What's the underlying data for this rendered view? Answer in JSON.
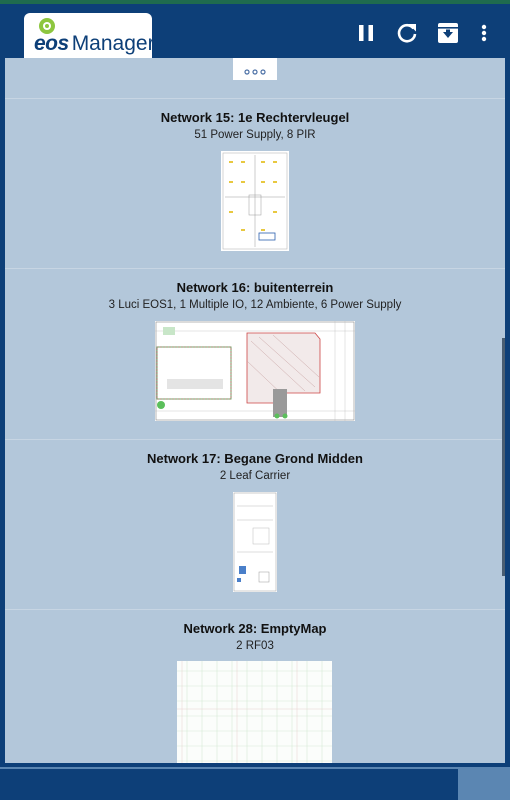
{
  "app": {
    "logo_brand": "eos",
    "logo_product": "Manager"
  },
  "toolbar": {
    "pause_icon": "pause-icon",
    "refresh_icon": "refresh-icon",
    "archive_icon": "archive-download-icon",
    "more_icon": "more-vert-icon"
  },
  "networks": [
    {
      "title": "Network 15: 1e Rechtervleugel",
      "devices": "51 Power Supply, 8 PIR"
    },
    {
      "title": "Network 16: buitenterrein",
      "devices": "3 Luci EOS1, 1 Multiple IO, 12 Ambiente, 6 Power Supply"
    },
    {
      "title": "Network 17: Begane Grond Midden",
      "devices": "2 Leaf Carrier"
    },
    {
      "title": "Network 28: EmptyMap",
      "devices": "2 RF03"
    }
  ],
  "colors": {
    "appbar": "#0d3f78",
    "content_bg": "#b3c7da",
    "logo_green": "#8dc63f"
  }
}
